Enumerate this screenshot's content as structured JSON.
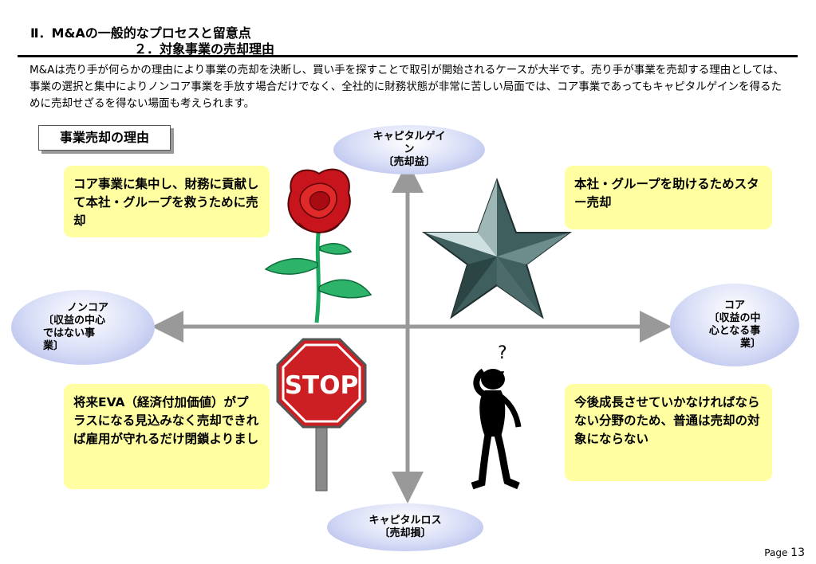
{
  "header": {
    "title_line1": "Ⅱ．M&Aの一般的なプロセスと留意点",
    "title_line2": "２．対象事業の売却理由"
  },
  "intro_text": "M&Aは売り手が何らかの理由により事業の売却を決断し、買い手を探すことで取引が開始されるケースが大半です。売り手が事業を売却する理由としては、事業の選択と集中によりノンコア事業を手放す場合だけでなく、全社的に財務状態が非常に苦しい局面では、コア事業であってもキャピタルゲインを得るために売却せざるを得ない場面も考えられます。",
  "section_label": "事業売却の理由",
  "axes": {
    "top": {
      "line1": "キャピタルゲイ",
      "line2": "ン",
      "line3": "〔売却益〕"
    },
    "bottom": {
      "line1": "キャピタルロス",
      "line2": "〔売却損〕"
    },
    "left": {
      "line1": "ノンコア",
      "line2": "〔収益の中心",
      "line3": "ではない事",
      "line4": "業〕"
    },
    "right": {
      "line1": "コア",
      "line2": "〔収益の中",
      "line3": "心となる事",
      "line4": "業〕"
    }
  },
  "quadrants": {
    "top_left": "コア事業に集中し、財務に貢献して本社・グループを救うために売却",
    "top_right": "本社・グループを助けるためスター売却",
    "bottom_left": "将来EVA（経済付加価値）がプラスになる見込みなく売却できれば雇用が守れるだけ閉鎖よりまし",
    "bottom_right": "今後成長させていかなければならない分野のため、普通は売却の対象にならない"
  },
  "stop_sign_text": "STOP",
  "question_mark": "?",
  "page": {
    "label": "Page",
    "number": "13"
  },
  "colors": {
    "note_bg": "#ffffa2",
    "axis": "#999999",
    "stop_red": "#cc1f24",
    "star": "#3f5f5f",
    "rose": "#c8141c",
    "stem": "#1aa860"
  }
}
